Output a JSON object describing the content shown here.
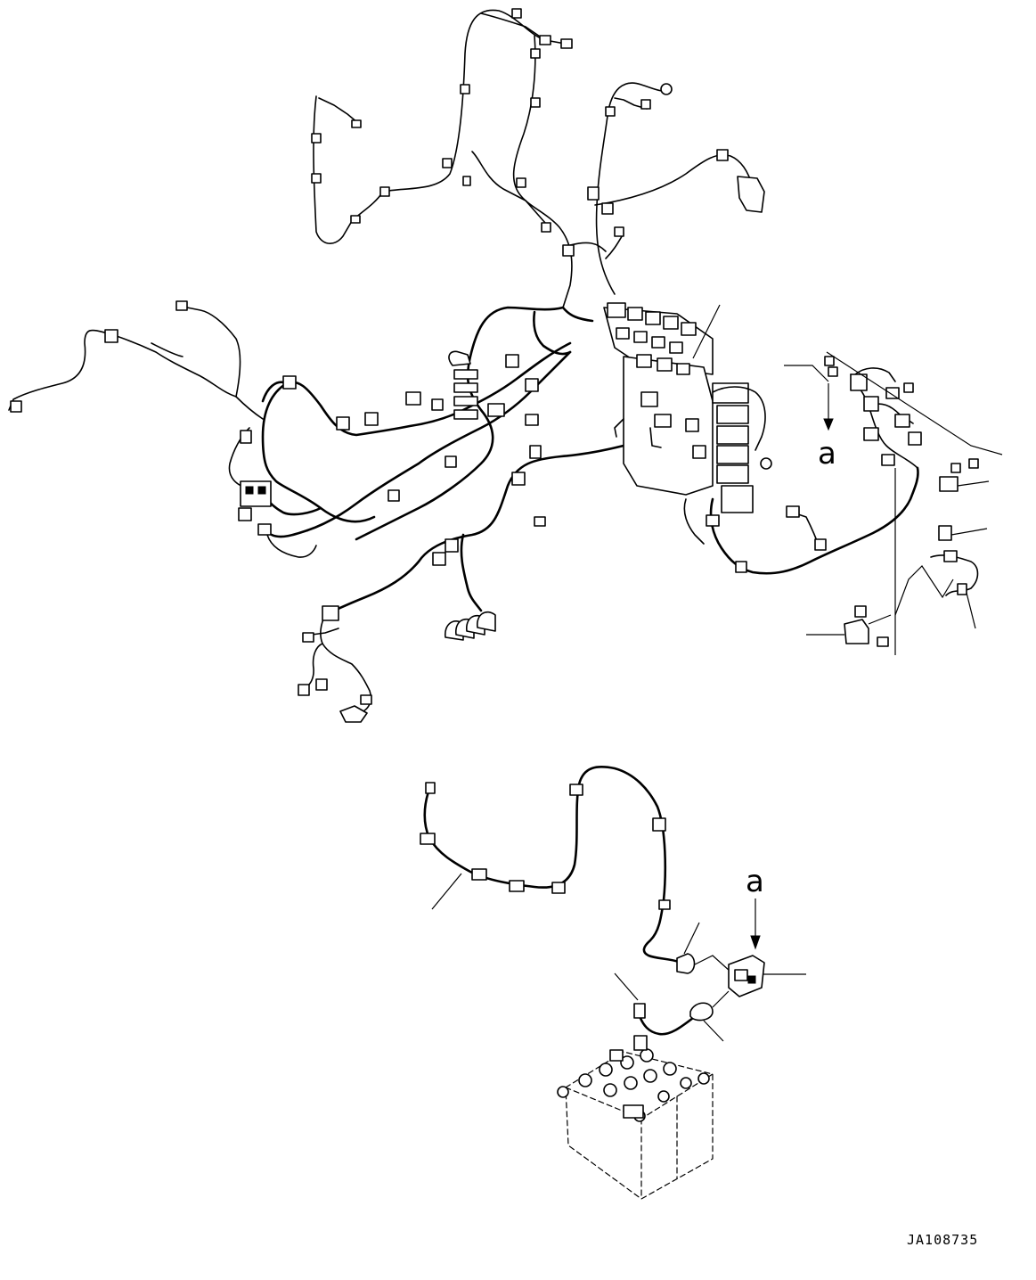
{
  "diagram": {
    "view_ref_upper": "a",
    "view_ref_lower": "a",
    "drawing_code": "JA108735"
  }
}
